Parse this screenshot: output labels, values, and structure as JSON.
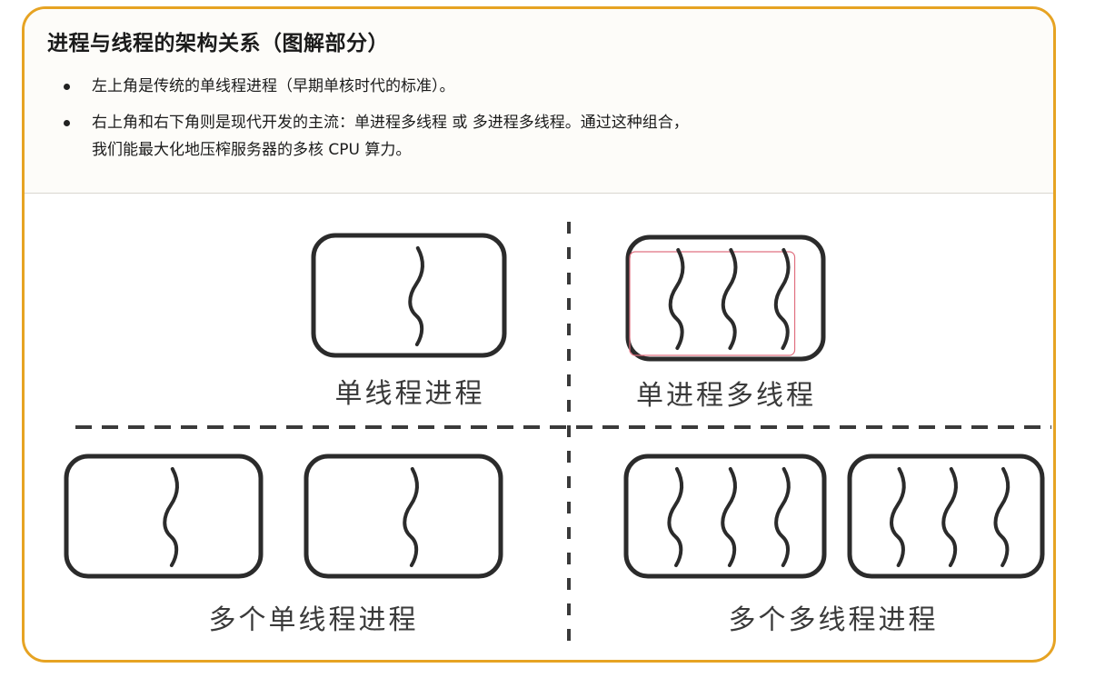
{
  "title": "进程与线程的架构关系（图解部分）",
  "bullets": [
    {
      "lines": [
        "左上角是传统的单线程进程（早期单核时代的标准）。"
      ]
    },
    {
      "lines": [
        "右上角和右下角则是现代开发的主流：单进程多线程 或 多进程多线程。通过这种组合，",
        "我们能最大化地压榨服务器的多核 CPU 算力。"
      ]
    }
  ],
  "diagram": {
    "quadrants": [
      {
        "label": "单线程进程",
        "processes": [
          1
        ]
      },
      {
        "label": "单进程多线程",
        "processes": [
          3
        ]
      },
      {
        "label": "多个单线程进程",
        "processes": [
          1,
          1
        ]
      },
      {
        "label": "多个多线程进程",
        "processes": [
          3,
          3
        ]
      }
    ],
    "colors": {
      "border": "#e6a323",
      "box_stroke": "#2b2b2b",
      "thread_stroke": "#2b2b2b",
      "divider": "#3a3a3a",
      "highlight": "#e07080"
    }
  }
}
